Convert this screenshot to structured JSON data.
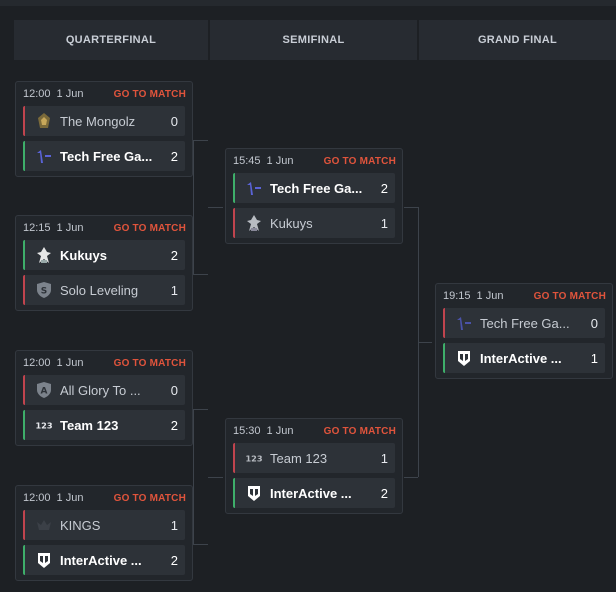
{
  "columns": [
    "QUARTERFINAL",
    "SEMIFINAL",
    "GRAND FINAL"
  ],
  "go_label": "GO TO MATCH",
  "matches": {
    "qf1": {
      "time": "12:00",
      "date": "1 Jun",
      "t1": {
        "name": "The Mongolz",
        "score": "0"
      },
      "t2": {
        "name": "Tech Free Ga...",
        "score": "2"
      }
    },
    "qf2": {
      "time": "12:15",
      "date": "1 Jun",
      "t1": {
        "name": "Kukuys",
        "score": "2"
      },
      "t2": {
        "name": "Solo Leveling",
        "score": "1"
      }
    },
    "qf3": {
      "time": "12:00",
      "date": "1 Jun",
      "t1": {
        "name": "All Glory To ...",
        "score": "0"
      },
      "t2": {
        "name": "Team 123",
        "score": "2"
      }
    },
    "qf4": {
      "time": "12:00",
      "date": "1 Jun",
      "t1": {
        "name": "KINGS",
        "score": "1"
      },
      "t2": {
        "name": "InterActive ...",
        "score": "2"
      }
    },
    "sf1": {
      "time": "15:45",
      "date": "1 Jun",
      "t1": {
        "name": "Tech Free Ga...",
        "score": "2"
      },
      "t2": {
        "name": "Kukuys",
        "score": "1"
      }
    },
    "sf2": {
      "time": "15:30",
      "date": "1 Jun",
      "t1": {
        "name": "Team 123",
        "score": "1"
      },
      "t2": {
        "name": "InterActive ...",
        "score": "2"
      }
    },
    "gf": {
      "time": "19:15",
      "date": "1 Jun",
      "t1": {
        "name": "Tech Free Ga...",
        "score": "0"
      },
      "t2": {
        "name": "InterActive ...",
        "score": "1"
      }
    }
  },
  "icons": {
    "mongolz": "mongolz-logo-icon",
    "techfree": "tech-free-logo-icon",
    "kukuys": "kukuys-logo-icon",
    "solo": "solo-leveling-shield-icon",
    "allglory": "all-glory-shield-icon",
    "team123": "team-123-logo-icon",
    "kings": "kings-logo-icon",
    "interactive": "interactive-logo-icon"
  },
  "colors": {
    "win": "#3eae6a",
    "loss": "#c0444e",
    "accent": "#e0543c",
    "background": "#1d2024"
  }
}
